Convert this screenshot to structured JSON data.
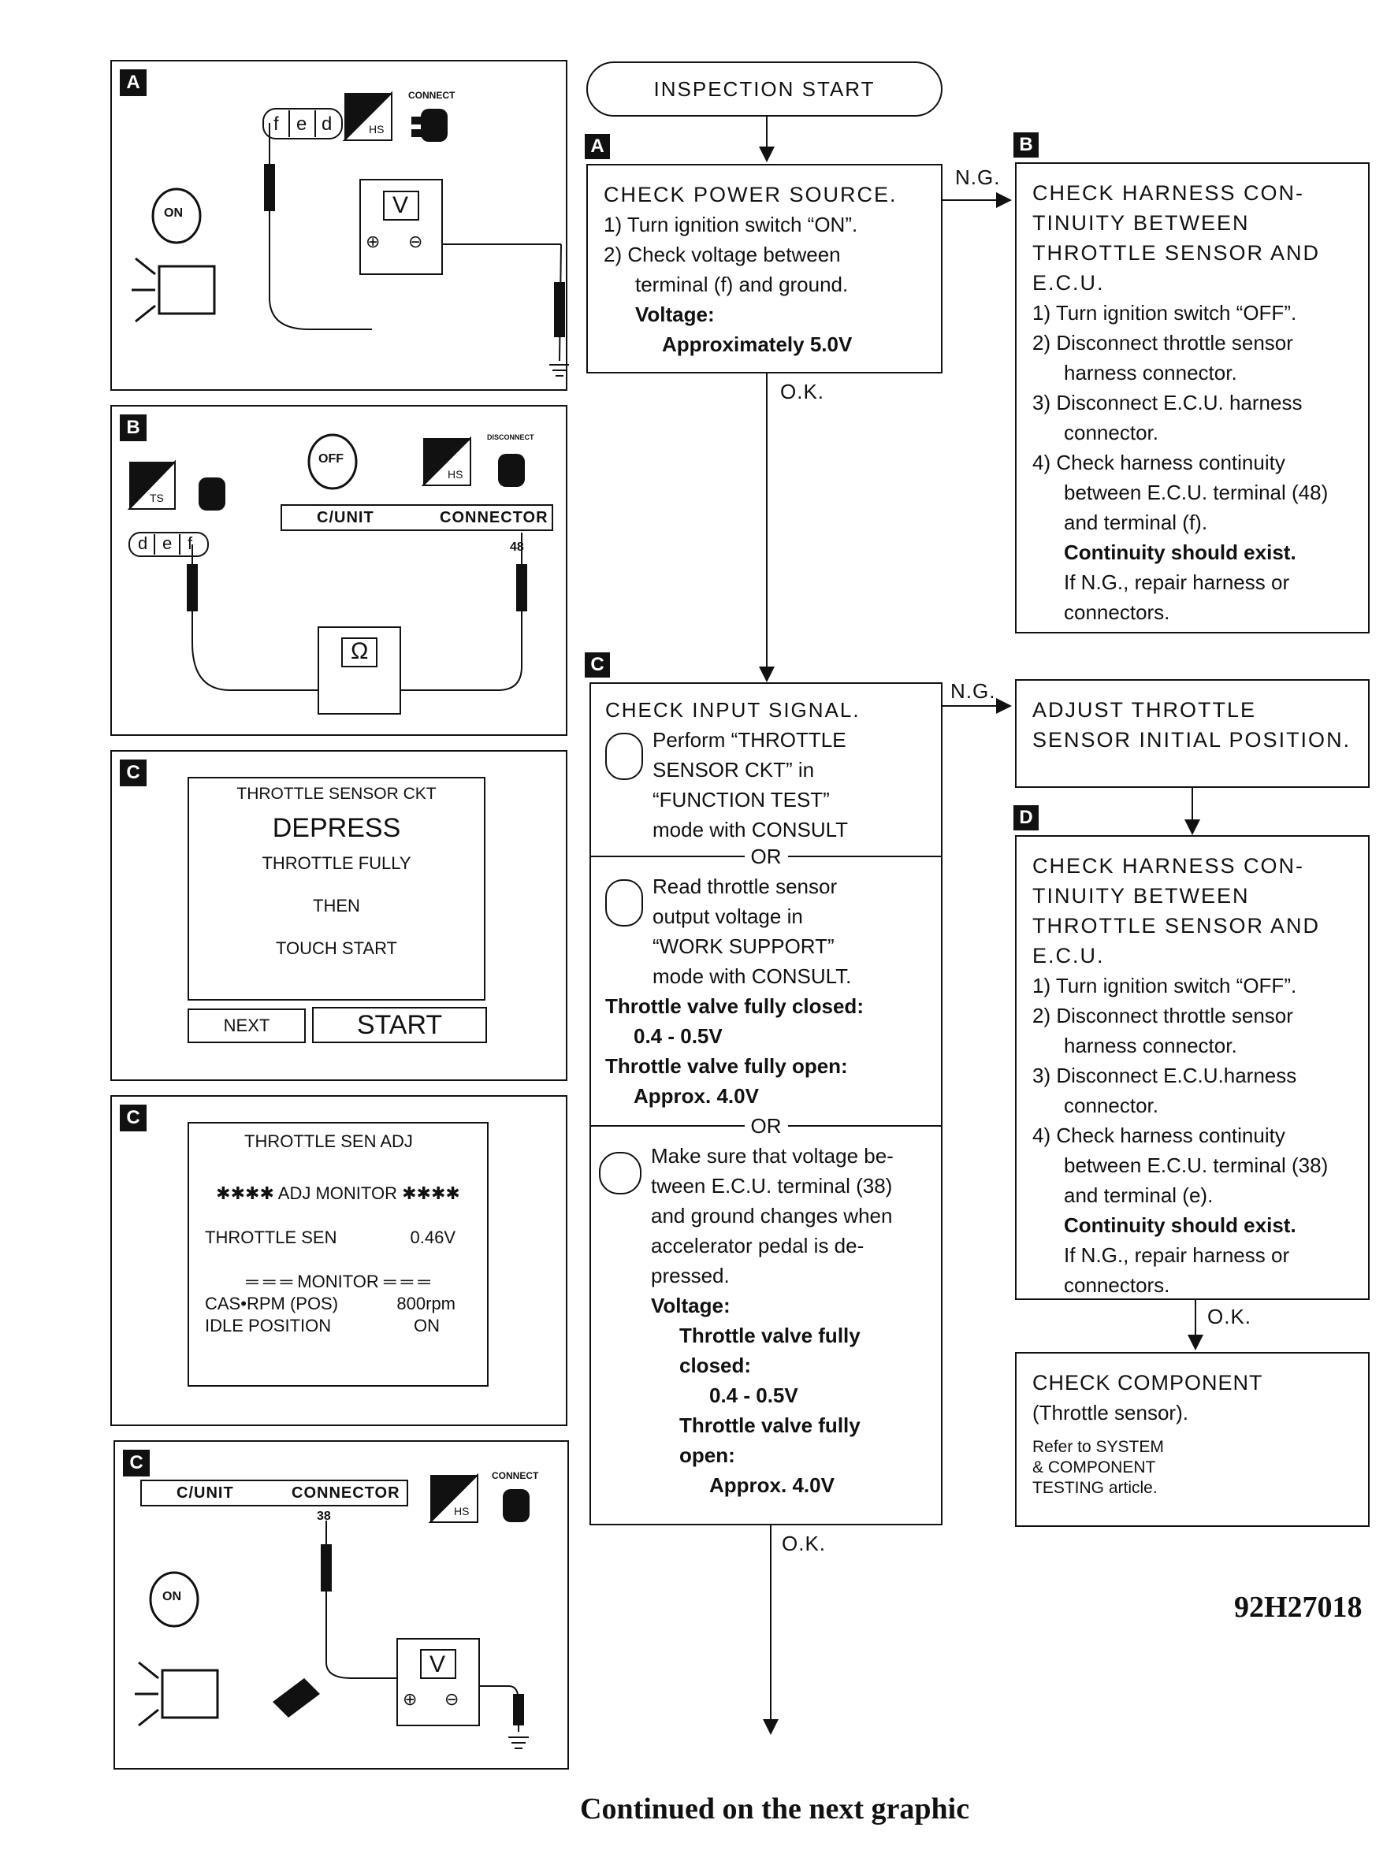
{
  "panels": {
    "a": {
      "label": "A",
      "terminals": [
        "f",
        "e",
        "d"
      ],
      "meter": "V",
      "plus": "⊕",
      "minus": "⊖",
      "hs": "HS",
      "connect": "CONNECT",
      "key": "ON"
    },
    "b": {
      "label": "B",
      "terminals": [
        "d",
        "e",
        "f"
      ],
      "meter": "Ω",
      "ts": "TS",
      "hs": "HS",
      "disconnect": "DISCONNECT",
      "key": "OFF",
      "cunit": "C/UNIT",
      "connector": "CONNECTOR",
      "pin": "48"
    },
    "c1": {
      "label": "C",
      "title": "THROTTLE SENSOR CKT",
      "line1": "DEPRESS",
      "line2": "THROTTLE FULLY",
      "line3": "THEN",
      "line4": "TOUCH START",
      "btn_next": "NEXT",
      "btn_start": "START"
    },
    "c2": {
      "label": "C",
      "title": "THROTTLE SEN ADJ",
      "monitor_head": "✱✱✱✱ ADJ MONITOR ✱✱✱✱",
      "row1_label": "THROTTLE SEN",
      "row1_value": "0.46V",
      "monitor2": "═ ═ ═ MONITOR ═ ═ ═",
      "row2_label": "CAS•RPM (POS)",
      "row2_value": "800rpm",
      "row3_label": "IDLE POSITION",
      "row3_value": "ON"
    },
    "c3": {
      "label": "C",
      "cunit": "C/UNIT",
      "connector": "CONNECTOR",
      "pin": "38",
      "meter": "V",
      "plus": "⊕",
      "minus": "⊖",
      "hs": "HS",
      "connect": "CONNECT",
      "key": "ON"
    }
  },
  "flow": {
    "start": "INSPECTION START",
    "ng1": "N.G.",
    "ok1": "O.K.",
    "ng2": "N.G.",
    "ok2": "O.K.",
    "ok3": "O.K.",
    "or": "OR",
    "step_a": {
      "label": "A",
      "title": "CHECK POWER SOURCE.",
      "s1": "1) Turn ignition switch “ON”.",
      "s2": "2) Check voltage between",
      "s2b": "terminal (f) and ground.",
      "vlabel": "Voltage:",
      "vvalue": "Approximately 5.0V"
    },
    "step_b": {
      "label": "B",
      "t1": "CHECK HARNESS CON-",
      "t2": "TINUITY BETWEEN",
      "t3": "THROTTLE SENSOR AND",
      "t4": "E.C.U.",
      "s1": "1) Turn ignition switch “OFF”.",
      "s2": "2) Disconnect throttle sensor",
      "s2b": "harness connector.",
      "s3": "3) Disconnect E.C.U. harness",
      "s3b": "connector.",
      "s4": "4) Check harness continuity",
      "s4b": "between E.C.U. terminal (48)",
      "s4c": "and terminal (f).",
      "cont": "Continuity should exist.",
      "ng1": "If N.G., repair harness or",
      "ng2": "connectors."
    },
    "step_c": {
      "label": "C",
      "title": "CHECK INPUT SIGNAL.",
      "p1": "Perform “THROTTLE",
      "p2": "SENSOR CKT” in",
      "p3": "“FUNCTION TEST”",
      "p4": "mode with CONSULT",
      "r1": "Read throttle sensor",
      "r2": "output voltage in",
      "r3": "“WORK SUPPORT”",
      "r4": "mode with CONSULT.",
      "closed": "Throttle valve fully closed:",
      "closed_v": "0.4 - 0.5V",
      "open": "Throttle valve fully open:",
      "open_v": "Approx. 4.0V",
      "m1": "Make sure that voltage be-",
      "m2": "tween E.C.U. terminal (38)",
      "m3": "and ground changes when",
      "m4": "accelerator pedal is de-",
      "m5": "pressed.",
      "vlabel": "Voltage:",
      "v1": "Throttle valve fully",
      "v2": "closed:",
      "v3": "0.4 - 0.5V",
      "v4": "Throttle valve fully",
      "v5": "open:",
      "v6": "Approx. 4.0V"
    },
    "adjust": {
      "t1": "ADJUST THROTTLE",
      "t2": "SENSOR INITIAL POSITION."
    },
    "step_d": {
      "label": "D",
      "t1": "CHECK HARNESS CON-",
      "t2": "TINUITY BETWEEN",
      "t3": "THROTTLE SENSOR AND",
      "t4": "E.C.U.",
      "s1": "1) Turn ignition switch “OFF”.",
      "s2": "2) Disconnect throttle sensor",
      "s2b": "harness connector.",
      "s3": "3) Disconnect E.C.U.harness",
      "s3b": "connector.",
      "s4": "4) Check harness continuity",
      "s4b": "between E.C.U. terminal (38)",
      "s4c": "and terminal (e).",
      "cont": "Continuity should exist.",
      "ng1": "If N.G., repair harness or",
      "ng2": "connectors."
    },
    "component": {
      "t1": "CHECK COMPONENT",
      "t2": "(Throttle sensor).",
      "r1": "Refer to SYSTEM",
      "r2": "& COMPONENT",
      "r3": "TESTING article."
    }
  },
  "figure_id": "92H27018",
  "footer": "Continued on the next graphic"
}
